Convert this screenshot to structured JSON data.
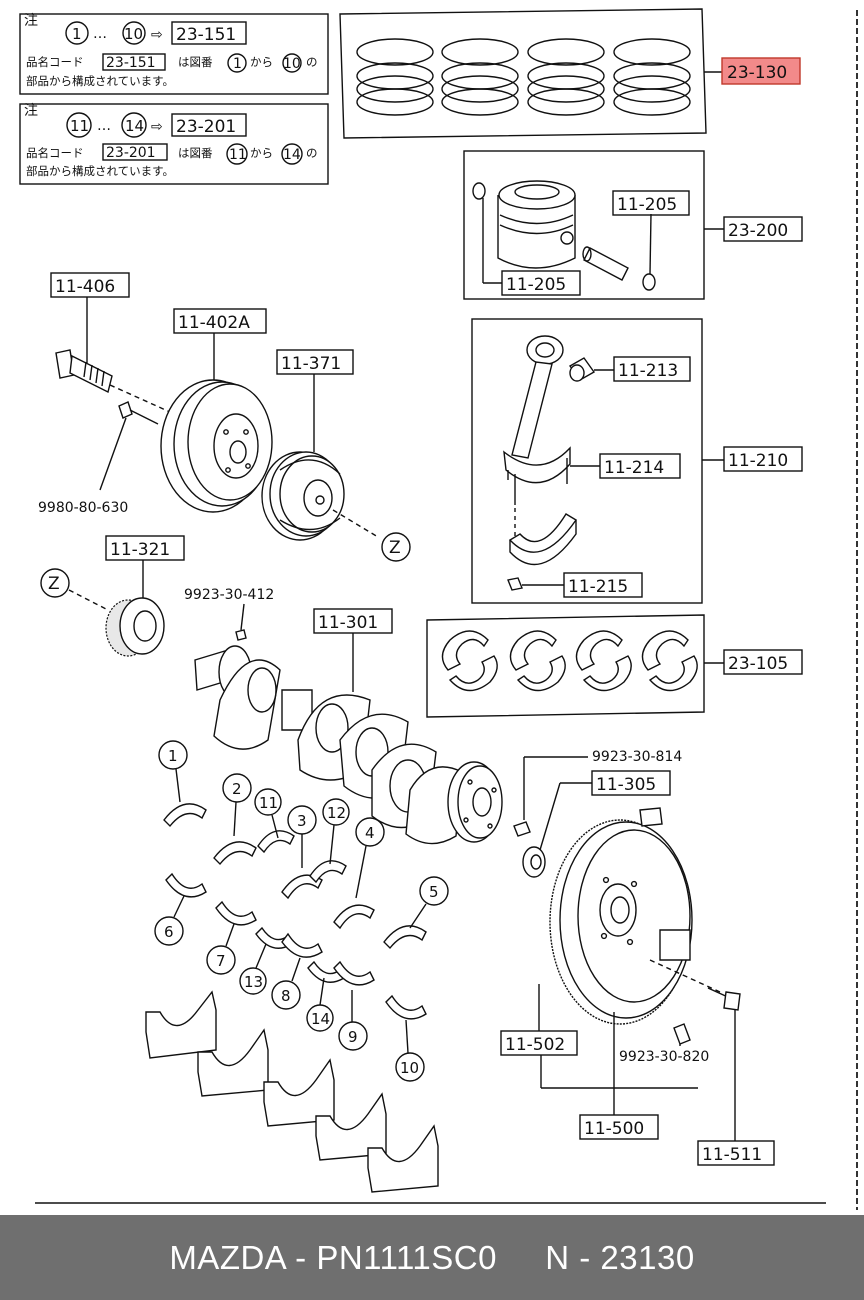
{
  "notes": [
    {
      "heading": "注",
      "from": "1",
      "dots": "…",
      "to": "10",
      "arrow": "⇨",
      "code": "23-151",
      "line1_prefix": "品名コード",
      "line1_code": "23-151",
      "line1_mid": "は図番",
      "line1_from": "1",
      "line1_kara": "から",
      "line1_to": "10",
      "line1_no": "の",
      "line2": "部品から構成されています。"
    },
    {
      "heading": "注",
      "from": "11",
      "dots": "…",
      "to": "14",
      "arrow": "⇨",
      "code": "23-201",
      "line1_prefix": "品名コード",
      "line1_code": "23-201",
      "line1_mid": "は図番",
      "line1_from": "11",
      "line1_kara": "から",
      "line1_to": "14",
      "line1_no": "の",
      "line2": "部品から構成されています。"
    }
  ],
  "labels": {
    "rings_set": "23-130",
    "piston_set": "23-200",
    "piston_clip_top": "11-205",
    "piston_clip_bottom": "11-205",
    "crank_bolt": "11-406",
    "pulley": "11-402A",
    "damper": "11-371",
    "bolt_small": "9980-80-630",
    "sprocket": "11-321",
    "key_pin": "9923-30-412",
    "crankshaft": "11-301",
    "bushing": "11-213",
    "rod_bolt": "11-214",
    "conrod_assy": "11-210",
    "rod_nut": "11-215",
    "rod_bearings": "23-105",
    "pin_814": "9923-30-814",
    "pilot_bearing": "11-305",
    "ring_gear": "11-502",
    "pin_820": "9923-30-820",
    "flywheel": "11-500",
    "flywheel_bolt": "11-511",
    "z_marker_a": "Z",
    "z_marker_b": "Z"
  },
  "callouts": [
    "1",
    "2",
    "3",
    "4",
    "5",
    "6",
    "7",
    "8",
    "9",
    "10",
    "11",
    "12",
    "13",
    "14"
  ],
  "colors": {
    "highlight": "#f28a8a",
    "footer_bg": "#6f6f6f",
    "footer_text": "#ffffff"
  },
  "footer": {
    "text": "MAZDA - PN1111SC0     N - 23130"
  }
}
